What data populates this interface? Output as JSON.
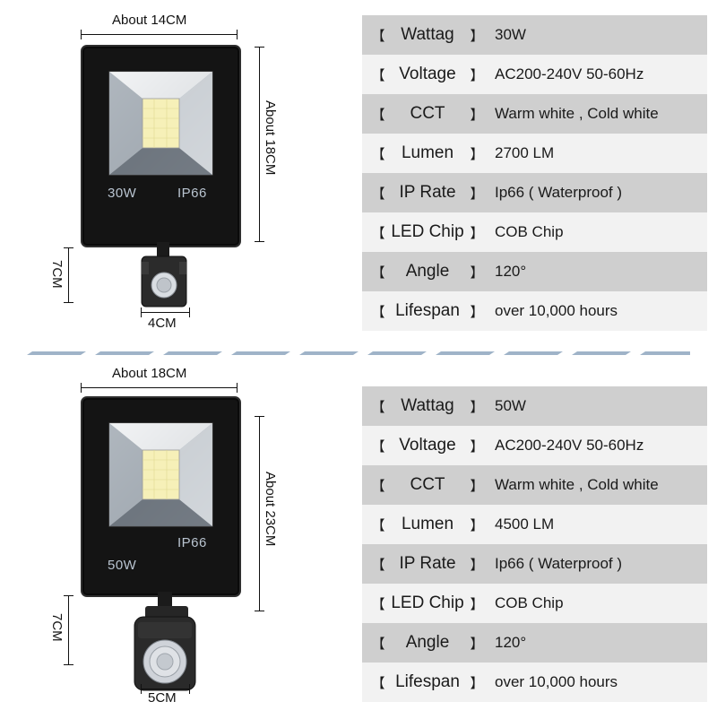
{
  "top": {
    "width_label": "About 14CM",
    "height_label": "About 18CM",
    "sensor_height_label": "7CM",
    "sensor_width_label": "4CM",
    "watt_label": "30W",
    "ip_label": "IP66",
    "specs": [
      {
        "key": "Wattag",
        "value": "30W"
      },
      {
        "key": "Voltage",
        "value": "AC200-240V  50-60Hz"
      },
      {
        "key": "CCT",
        "value": "Warm white , Cold white"
      },
      {
        "key": "Lumen",
        "value": "2700 LM"
      },
      {
        "key": "IP Rate",
        "value": "Ip66 ( Waterproof )"
      },
      {
        "key": "LED Chip",
        "value": "COB Chip"
      },
      {
        "key": "Angle",
        "value": "120°"
      },
      {
        "key": "Lifespan",
        "value": "over 10,000 hours"
      }
    ]
  },
  "bottom": {
    "width_label": "About 18CM",
    "height_label": "About 23CM",
    "sensor_height_label": "7CM",
    "sensor_width_label": "5CM",
    "watt_label": "50W",
    "ip_label": "IP66",
    "specs": [
      {
        "key": "Wattag",
        "value": "50W"
      },
      {
        "key": "Voltage",
        "value": "AC200-240V  50-60Hz"
      },
      {
        "key": "CCT",
        "value": "Warm white , Cold white"
      },
      {
        "key": "Lumen",
        "value": "4500 LM"
      },
      {
        "key": "IP Rate",
        "value": "Ip66 ( Waterproof )"
      },
      {
        "key": "LED Chip",
        "value": "COB Chip"
      },
      {
        "key": "Angle",
        "value": "120°"
      },
      {
        "key": "Lifespan",
        "value": "over 10,000 hours"
      }
    ]
  },
  "brackets": {
    "left": "【",
    "right": "】"
  },
  "colors": {
    "row_dark": "#cfcfcf",
    "row_light": "#f2f2f2",
    "led_chip": "#f6f0b8",
    "separator": "#9fb3c8"
  }
}
